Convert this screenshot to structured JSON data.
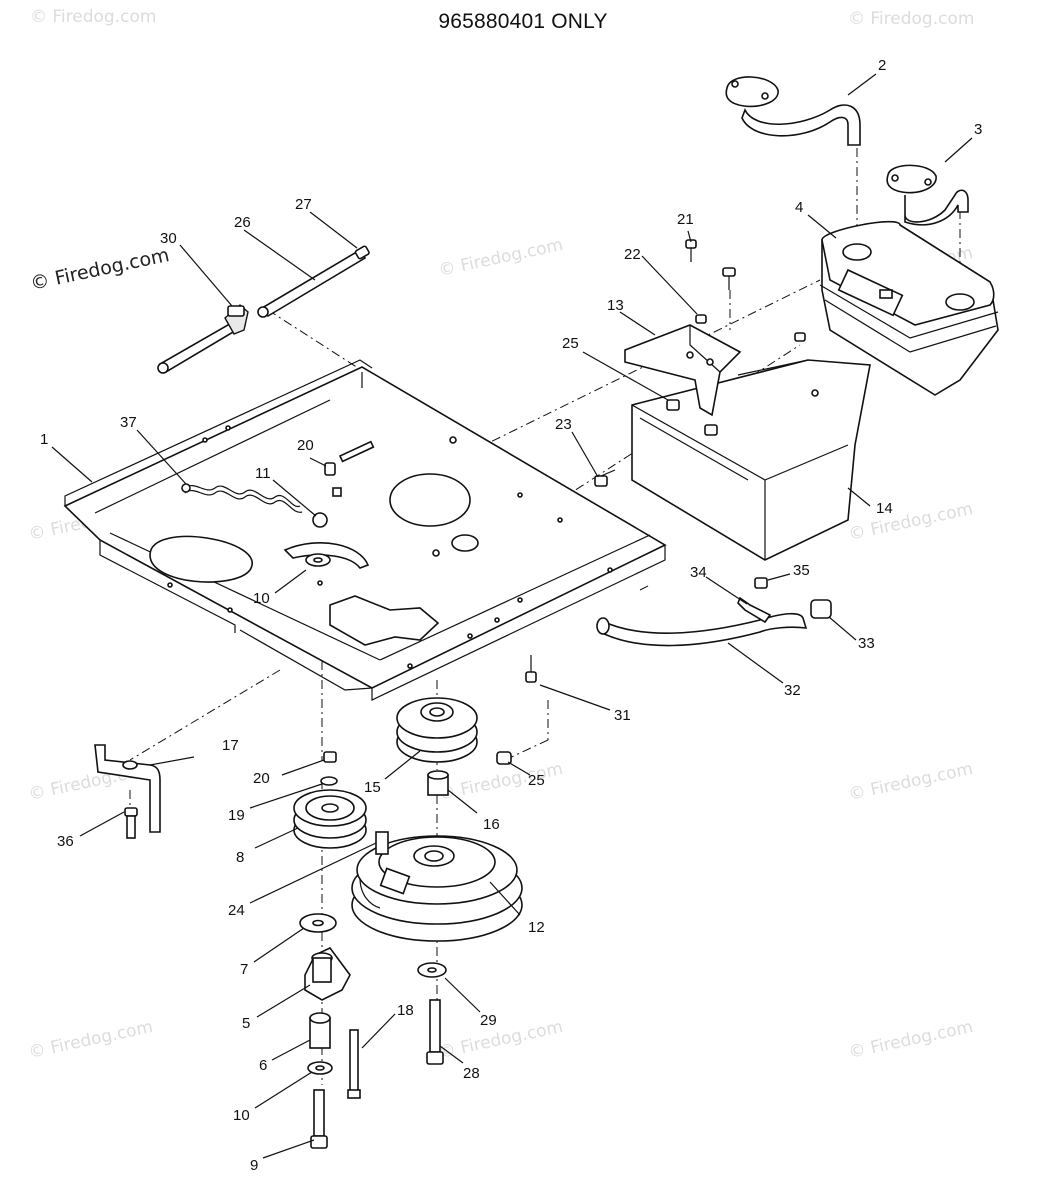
{
  "title": "965880401 ONLY",
  "watermark": "© Firedog.com",
  "watermark_faint": "© Firedog.com",
  "callouts": {
    "c1": "1",
    "c2": "2",
    "c3": "3",
    "c4": "4",
    "c5": "5",
    "c6": "6",
    "c7": "7",
    "c8": "8",
    "c9": "9",
    "c10a": "10",
    "c10b": "10",
    "c11": "11",
    "c12": "12",
    "c13": "13",
    "c14": "14",
    "c15": "15",
    "c16": "16",
    "c17": "17",
    "c18": "18",
    "c19": "19",
    "c20a": "20",
    "c20b": "20",
    "c21": "21",
    "c22": "22",
    "c23": "23",
    "c24": "24",
    "c25a": "25",
    "c25b": "25",
    "c26": "26",
    "c27": "27",
    "c28": "28",
    "c29": "29",
    "c30": "30",
    "c31": "31",
    "c32": "32",
    "c33": "33",
    "c34": "34",
    "c35": "35",
    "c36": "36",
    "c37": "37"
  }
}
